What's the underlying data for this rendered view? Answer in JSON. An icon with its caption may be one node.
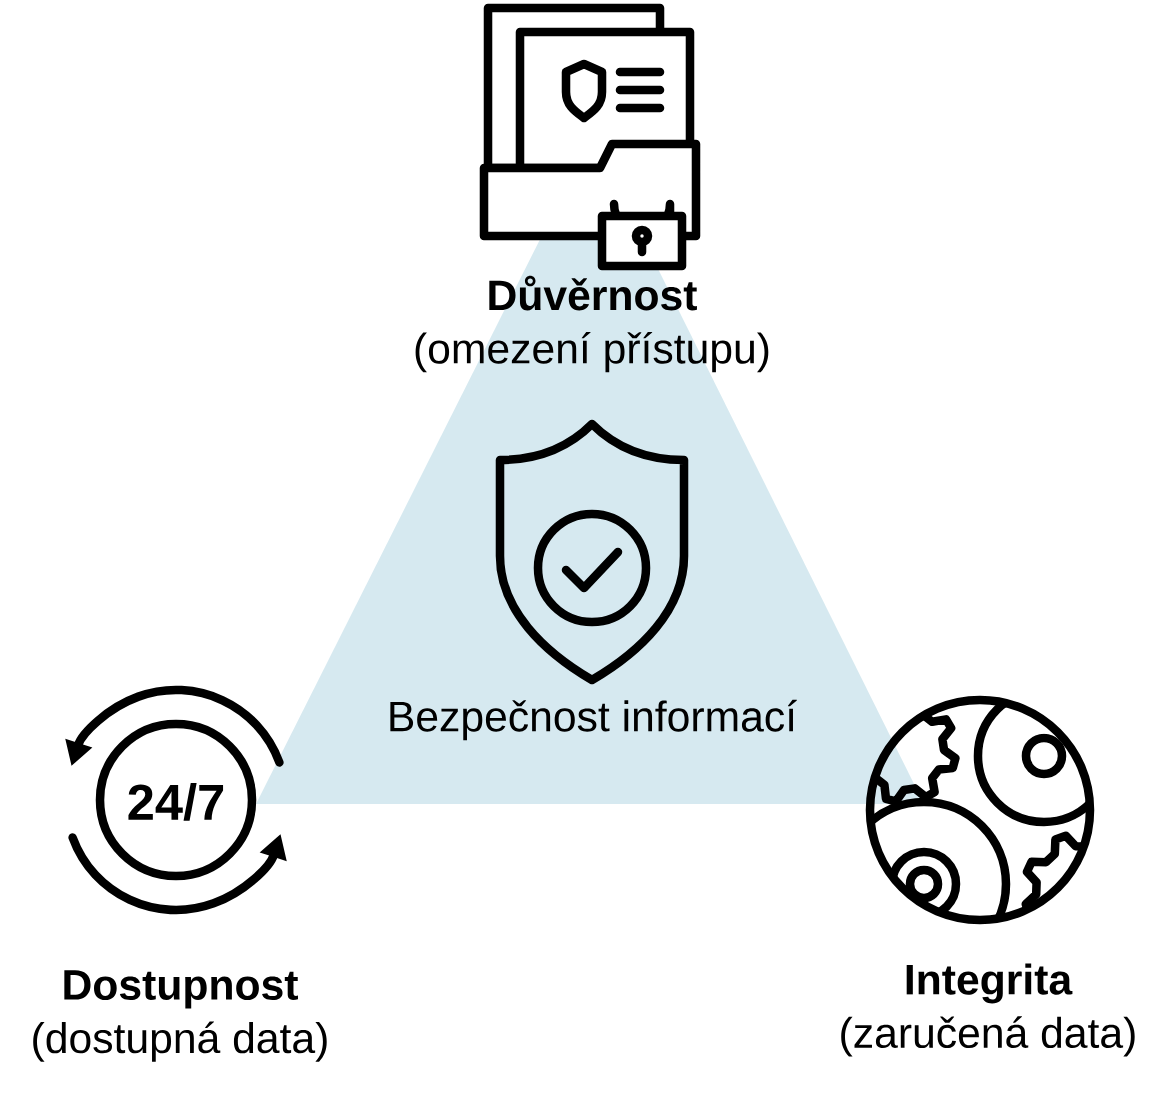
{
  "diagram": {
    "nodes": [
      {
        "text": [
          "Bezpečnost informací"
        ]
      },
      {
        "text": [
          "Důvěrnost",
          "(omezení přístupu)"
        ]
      },
      {
        "text": [
          "Dostupnost",
          "(dostupná data)"
        ]
      },
      {
        "text": [
          "Integrita",
          "(zaručená data)"
        ]
      }
    ],
    "labels": [
      "24/7"
    ]
  }
}
